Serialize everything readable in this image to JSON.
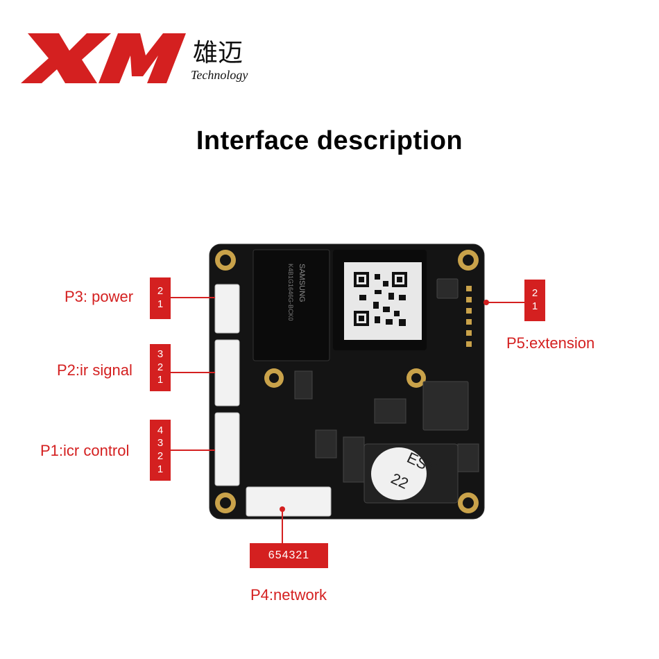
{
  "brand": {
    "logo_letters": "XM",
    "logo_chinese": "雄迈",
    "logo_sub": "Technology",
    "color": "#d42020"
  },
  "title": "Interface description",
  "connectors": {
    "p3": {
      "label": "P3: power",
      "pins": [
        "2",
        "1"
      ]
    },
    "p2": {
      "label": "P2:ir signal",
      "pins": [
        "3",
        "2",
        "1"
      ]
    },
    "p1": {
      "label": "P1:icr control",
      "pins": [
        "4",
        "3",
        "2",
        "1"
      ]
    },
    "p5": {
      "label": "P5:extension",
      "pins": [
        "2",
        "1"
      ]
    },
    "p4": {
      "label": "P4:network",
      "pins": "654321"
    }
  },
  "board": {
    "chip_text": [
      "SAMSUNG",
      "K4B1G1646G-BCK0"
    ],
    "lens_text": [
      "EST",
      "22"
    ]
  }
}
